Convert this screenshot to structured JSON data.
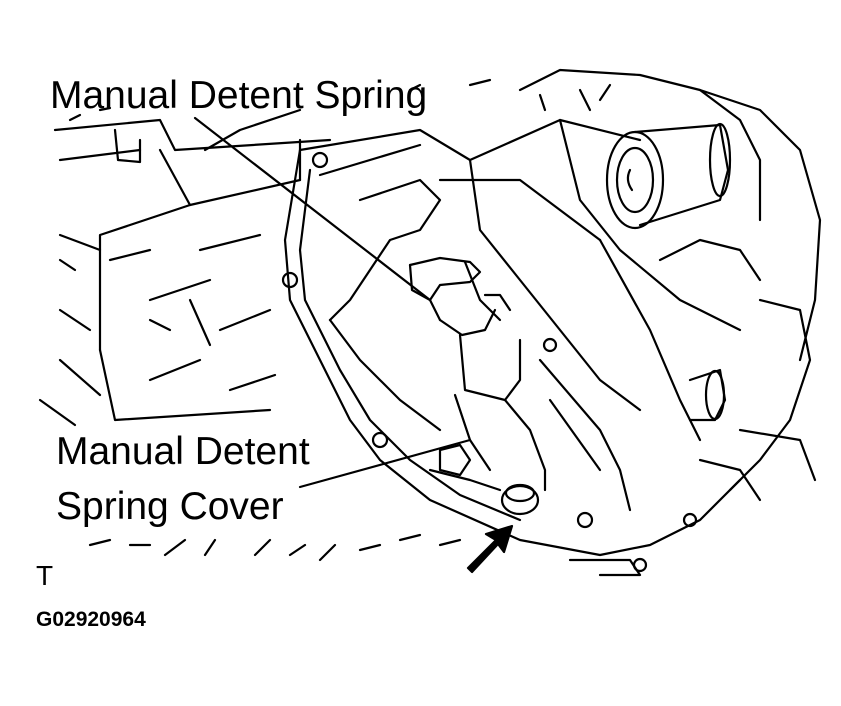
{
  "labels": {
    "detent_spring": "Manual Detent Spring",
    "detent_spring_cover_line1": "Manual Detent",
    "detent_spring_cover_line2": "Spring Cover"
  },
  "view_code": "T",
  "figure_code": "G02920964",
  "colors": {
    "line": "#000000",
    "background": "#ffffff"
  }
}
